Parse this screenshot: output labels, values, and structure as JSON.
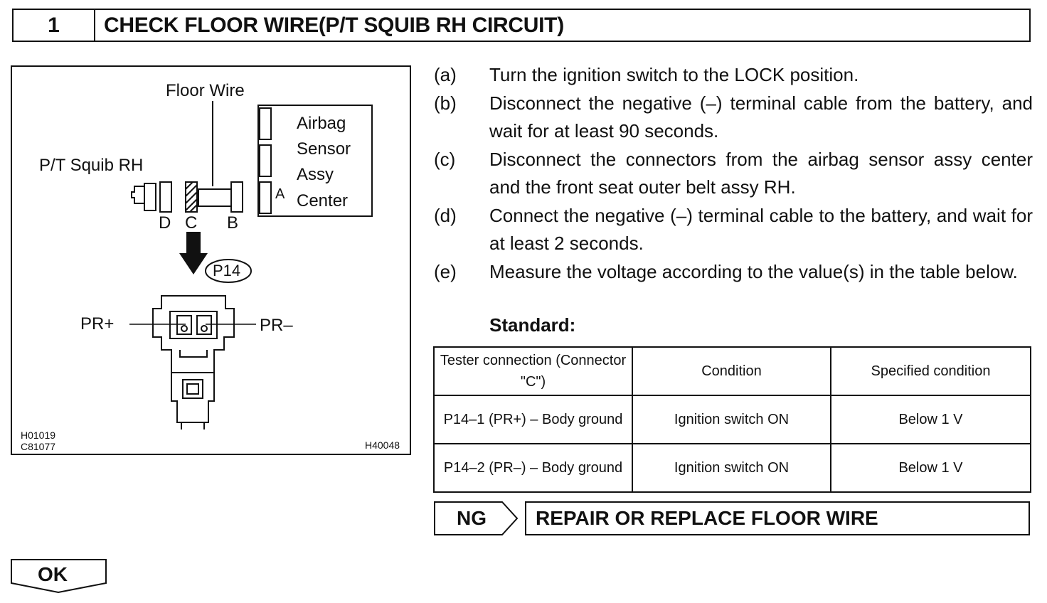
{
  "header": {
    "number": "1",
    "title": "CHECK FLOOR WIRE(P/T SQUIB RH CIRCUIT)"
  },
  "figure": {
    "floor_wire": "Floor Wire",
    "pt_squib": "P/T Squib RH",
    "airbag_lines": [
      "Airbag",
      "Sensor",
      "Assy",
      "Center"
    ],
    "conn_a": "A",
    "conn_d": "D",
    "conn_c": "C",
    "conn_b": "B",
    "connector_id": "P14",
    "pr_plus": "PR+",
    "pr_minus": "PR–",
    "code_1": "H01019",
    "code_2": "C81077",
    "code_3": "H40048"
  },
  "steps": [
    {
      "letter": "(a)",
      "text": "Turn the ignition switch to the LOCK position."
    },
    {
      "letter": "(b)",
      "text": "Disconnect the negative (–) terminal cable from the battery, and wait for at least 90 seconds."
    },
    {
      "letter": "(c)",
      "text": "Disconnect the connectors from the airbag sensor assy center and the front seat outer belt assy RH."
    },
    {
      "letter": "(d)",
      "text": "Connect the negative (–) terminal cable to the battery, and wait for at least 2 seconds."
    },
    {
      "letter": "(e)",
      "text": "Measure the voltage according to the value(s) in the table below."
    }
  ],
  "standard_label": "Standard:",
  "table": {
    "headers": [
      "Tester connection (Connector \"C\")",
      "Condition",
      "Specified condition"
    ],
    "rows": [
      [
        "P14–1 (PR+) – Body ground",
        "Ignition switch ON",
        "Below 1 V"
      ],
      [
        "P14–2 (PR–) – Body ground",
        "Ignition switch ON",
        "Below 1 V"
      ]
    ]
  },
  "ng": {
    "label": "NG",
    "action": "REPAIR OR REPLACE FLOOR WIRE"
  },
  "ok": {
    "label": "OK"
  }
}
